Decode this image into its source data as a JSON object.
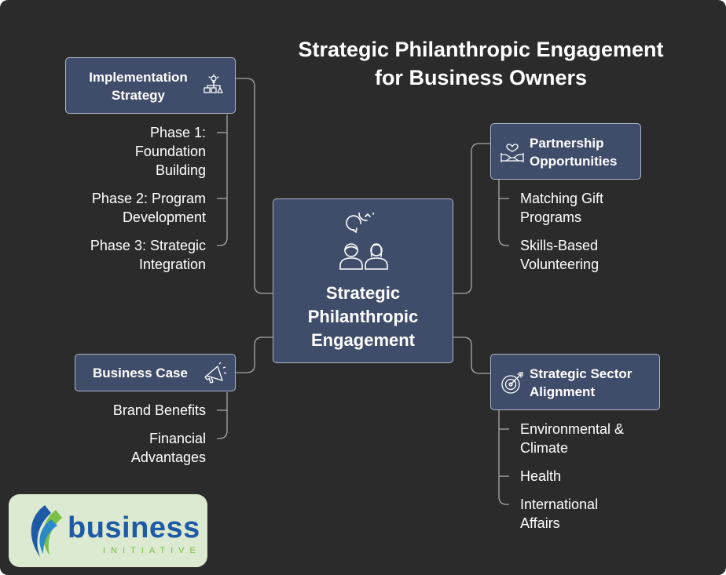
{
  "title": "Strategic Philanthropic Engagement for Business Owners",
  "center": {
    "label": "Strategic Philanthropic Engagement",
    "icon": "people-cycle-icon"
  },
  "branches": {
    "implementation": {
      "label": "Implementation Strategy",
      "icon": "lightbulb-hierarchy-icon",
      "items": [
        "Phase 1: Foundation Building",
        "Phase 2: Program Development",
        "Phase 3: Strategic Integration"
      ]
    },
    "business_case": {
      "label": "Business Case",
      "icon": "megaphone-icon",
      "items": [
        "Brand Benefits",
        "Financial Advantages"
      ]
    },
    "partnership": {
      "label": "Partnership Opportunities",
      "icon": "handshake-heart-icon",
      "items": [
        "Matching Gift Programs",
        "Skills-Based Volunteering"
      ]
    },
    "sector": {
      "label": "Strategic Sector Alignment",
      "icon": "target-icon",
      "items": [
        "Environmental & Climate",
        "Health",
        "International Affairs"
      ]
    }
  },
  "logo": {
    "word": "business",
    "sub": "INITIATIVE"
  },
  "colors": {
    "background": "#2b2b2b",
    "node_fill": "#3f4d6a",
    "node_border": "#aeb7c7",
    "text": "#ffffff",
    "connector": "#a8a8a8"
  }
}
